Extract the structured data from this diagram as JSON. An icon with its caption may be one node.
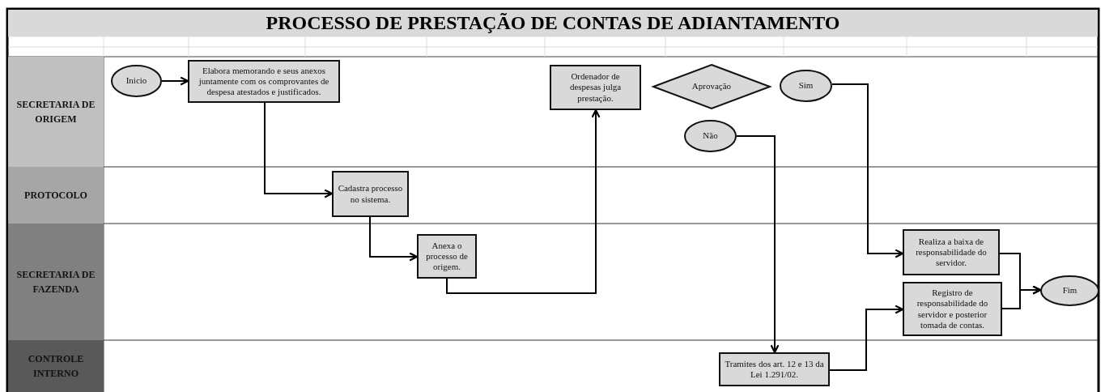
{
  "diagram": {
    "title": "PROCESSO DE PRESTAÇÃO DE CONTAS DE ADIANTAMENTO",
    "nodes": [
      {
        "text": [
          "SECRETARIA DE ORIGEM"
        ]
      },
      {
        "text": [
          "PROTOCOLO"
        ]
      },
      {
        "text": [
          "SECRETARIA DE FAZENDA"
        ]
      },
      {
        "text": [
          "CONTROLE INTERNO"
        ]
      },
      {
        "text": [
          "Inicio"
        ]
      },
      {
        "text": [
          "Elabora memorando e seus anexos juntamente com os comprovantes de despesa atestados e justificados."
        ]
      },
      {
        "text": [
          "Ordenador de despesas julga prestação."
        ]
      },
      {
        "text": [
          "Aprovação"
        ]
      },
      {
        "text": [
          "Sim"
        ]
      },
      {
        "text": [
          "Não"
        ]
      },
      {
        "text": [
          "Cadastra processo no sistema."
        ]
      },
      {
        "text": [
          "Anexa o processo de origem."
        ]
      },
      {
        "text": [
          "Realiza a baixa de responsabilidade do servidor."
        ]
      },
      {
        "text": [
          "Registro de responsabilidade do servidor e posterior tomada de contas."
        ]
      },
      {
        "text": [
          "Fim"
        ]
      },
      {
        "text": [
          "Tramites dos art. 12 e 13 da Lei 1.291/02."
        ]
      }
    ],
    "edges": [
      {
        "from": 4,
        "to": 5,
        "arrow": "to"
      },
      {
        "from": 5,
        "to": 10,
        "arrow": "to"
      },
      {
        "from": 10,
        "to": 11,
        "arrow": "to"
      },
      {
        "from": 11,
        "to": 6,
        "arrow": "to"
      },
      {
        "from": 8,
        "to": 12,
        "arrow": "to"
      },
      {
        "from": 9,
        "to": 15,
        "arrow": "to"
      },
      {
        "from": 15,
        "to": 13,
        "arrow": "to"
      },
      {
        "from": 12,
        "to": 14,
        "arrow": "to"
      },
      {
        "from": 13,
        "to": 14,
        "arrow": "to"
      }
    ]
  }
}
